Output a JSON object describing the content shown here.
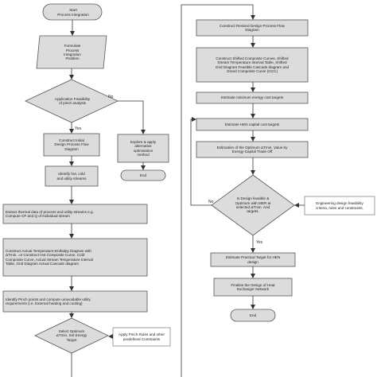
{
  "diagram": {
    "left": {
      "start": "Start\nProcess Integration",
      "formulate": "Formulate\nProcess\nIntegration\nProblem",
      "application": "Application Feasibility\nof  pinch analysis",
      "construct_initial": "Construct Initial\nDesign Process Flow\nDiagram",
      "identify_streams": "Identify hot, cold\nand utility streams",
      "extract_thermal": "Extract thermal data of process and utility streams e.g.\nCompute CP and Q of individual stream",
      "construct_actual": "Construct Actual Temperature-Enthalpy Diagram with\nΔTmin. =0 Construct Hot Composite Curve,  Cold\nComposite Curve,   Actual Stream Temperature Interval\nTable, Grid Diagram Actual Cascade diagram",
      "identify_pinch": "Identify Pinch points and compute unavoidable utility\nrequirements (i.e. External heating and cooling)",
      "select_optimum": "Select Optimum\nΔTmin, Set Energy\nTarget",
      "apply_pinch_rules": "Apply Pinch Rules and other\npredefined Constraints",
      "explore": "Explore & apply\nalternative\noptimisation\nmethod",
      "end": "End"
    },
    "right": {
      "construct_revised": "Construct  Revised  Design Process Flow\nDiagram",
      "construct_shifted": "Construct Shifted Composite Curves,  Shifted\nStream Temperature Interval Table, Shifted\nGrid Diagram  Feasible Cascade diagram and\nGrand Composite Curve (GCC)",
      "estimate_min_energy": "Estimate minimum energy cost targets",
      "estimate_hen": "Estimate HEN capital cost targets",
      "estimate_optimum": "Estimation of the Optimum ΔTmin. Value by\nEnergy-Capital Trade Off",
      "is_design_feasible": "Is Design feasible &\nOptimum with MER at\nselected ΔTmin. And\ntargets.",
      "engineering_criteria": "Engineering design feasibility\ncriteria, rules and constraints.",
      "estimate_practical": "Estimate Practical Target for HEN\ndesign",
      "finalise": "Finalise the Design of Heat\nExchanger Network",
      "end": "End"
    },
    "edge_labels": {
      "no_left": "No",
      "yes_left": "Yes",
      "no_right": "No",
      "yes_right": "Yes"
    }
  }
}
